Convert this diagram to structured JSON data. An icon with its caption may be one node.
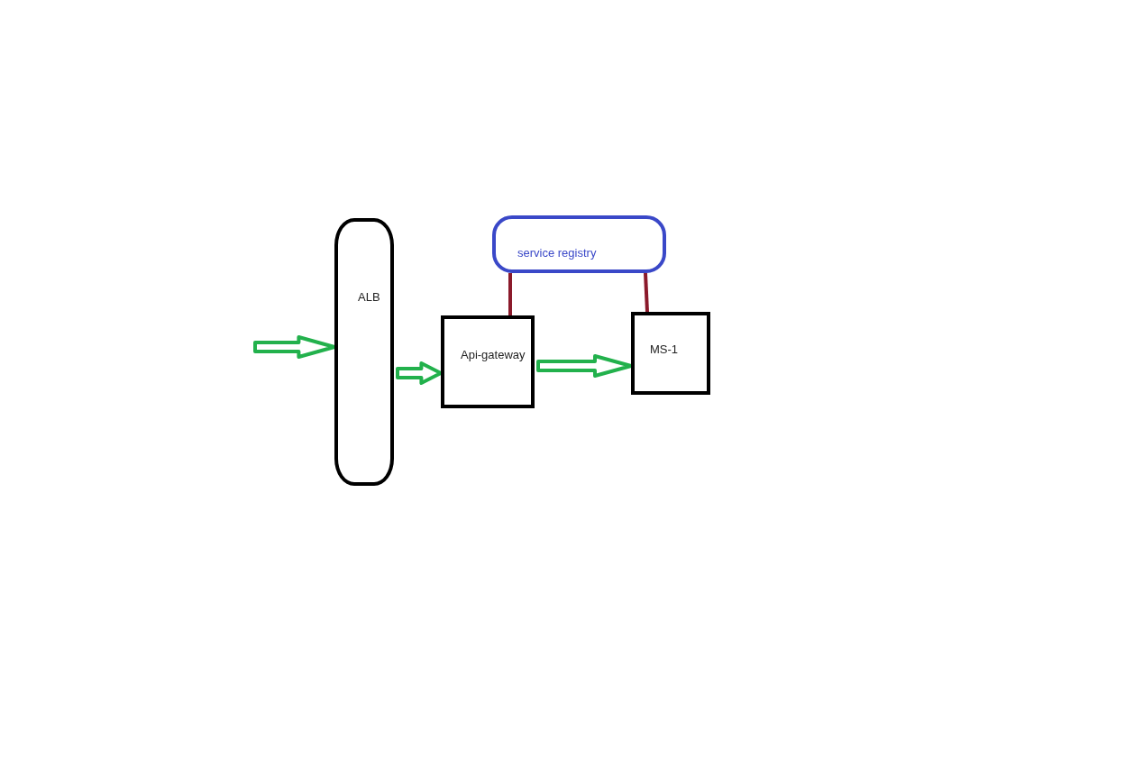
{
  "diagram": {
    "nodes": [
      {
        "text": [
          "ALB"
        ]
      },
      {
        "text": [
          "service registry"
        ]
      },
      {
        "text": [
          "Api-gateway"
        ]
      },
      {
        "text": [
          "MS-1"
        ]
      }
    ],
    "edges": [
      {
        "from": null,
        "to": 0,
        "arrow": "to"
      },
      {
        "from": 0,
        "to": 2,
        "arrow": "to"
      },
      {
        "from": 2,
        "to": 3,
        "arrow": "to"
      },
      {
        "from": 1,
        "to": 2,
        "arrow": "none",
        "color": "#8b1a2b"
      },
      {
        "from": 1,
        "to": 3,
        "arrow": "none",
        "color": "#8b1a2b"
      }
    ]
  }
}
